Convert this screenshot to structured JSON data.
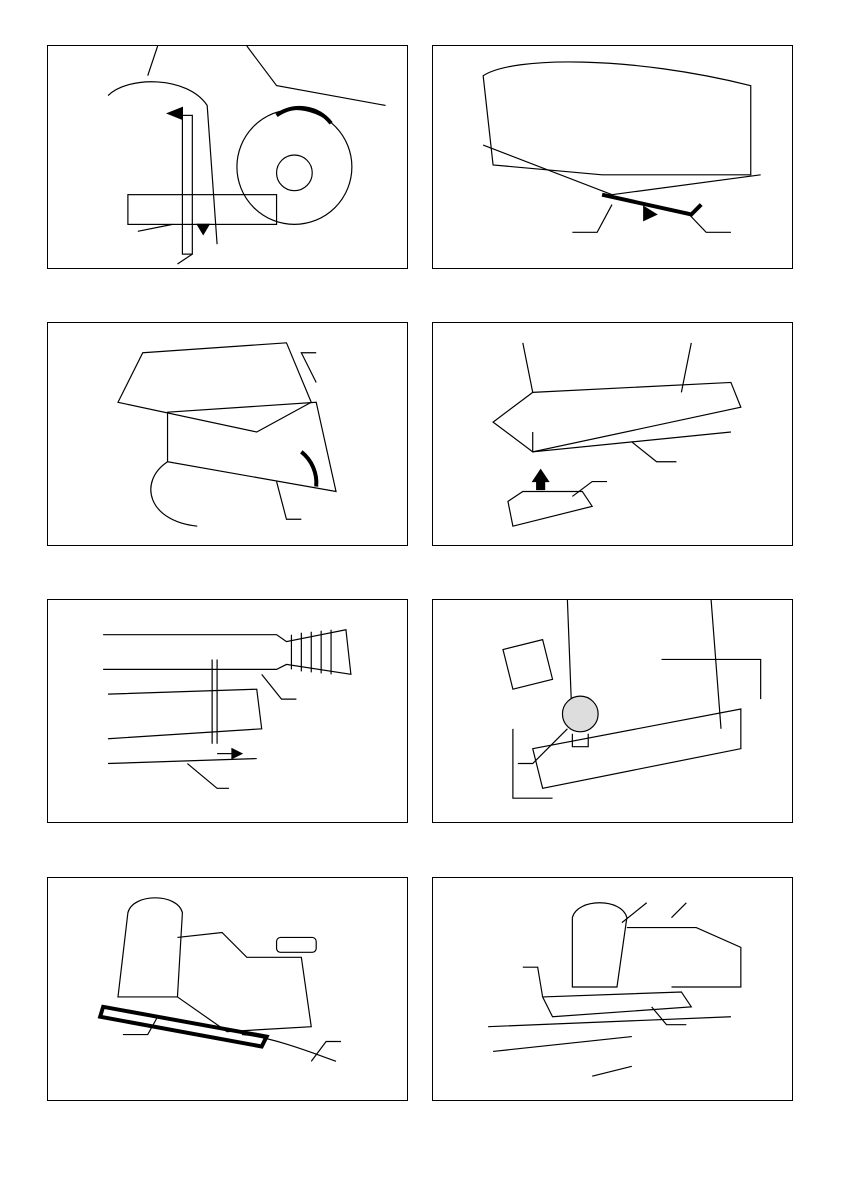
{
  "page": {
    "figures": [
      {
        "id": 1,
        "icon": "jigsaw-blade-removal-illustration"
      },
      {
        "id": 2,
        "icon": "hex-wrench-base-adjust-illustration"
      },
      {
        "id": 3,
        "icon": "base-cover-attach-illustration"
      },
      {
        "id": 4,
        "icon": "anti-splintering-device-illustration"
      },
      {
        "id": 5,
        "icon": "dust-nozzle-attach-illustration"
      },
      {
        "id": 6,
        "icon": "knob-screw-illustration"
      },
      {
        "id": 7,
        "icon": "vacuum-hose-connect-illustration"
      },
      {
        "id": 8,
        "icon": "cutting-operation-illustration"
      }
    ],
    "colors": {
      "line": "#000000",
      "background": "#ffffff"
    }
  }
}
